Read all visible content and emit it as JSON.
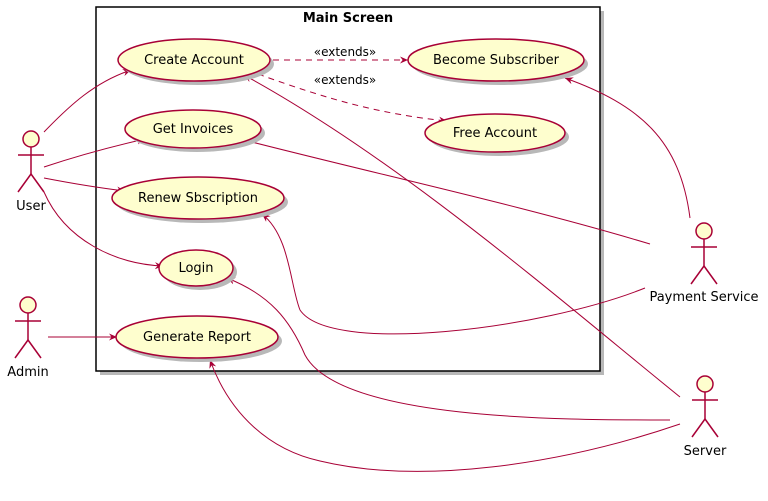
{
  "diagram": {
    "boundary": {
      "title": "Main Screen"
    },
    "actors": [
      {
        "id": "user",
        "label": "User"
      },
      {
        "id": "admin",
        "label": "Admin"
      },
      {
        "id": "payment",
        "label": "Payment Service"
      },
      {
        "id": "server",
        "label": "Server"
      }
    ],
    "use_cases": [
      {
        "id": "create",
        "label": "Create Account"
      },
      {
        "id": "become",
        "label": "Become Subscriber"
      },
      {
        "id": "free",
        "label": "Free Account"
      },
      {
        "id": "invoices",
        "label": "Get Invoices"
      },
      {
        "id": "renew",
        "label": "Renew Sbscription"
      },
      {
        "id": "login",
        "label": "Login"
      },
      {
        "id": "report",
        "label": "Generate Report"
      }
    ],
    "relations": [
      {
        "from": "user",
        "to": "create",
        "label": ""
      },
      {
        "from": "user",
        "to": "invoices",
        "label": ""
      },
      {
        "from": "user",
        "to": "renew",
        "label": ""
      },
      {
        "from": "user",
        "to": "login",
        "label": ""
      },
      {
        "from": "admin",
        "to": "report",
        "label": ""
      },
      {
        "from": "create",
        "to": "become",
        "label": "«extends»"
      },
      {
        "from": "create",
        "to": "free",
        "label": "«extends»"
      },
      {
        "from": "payment",
        "to": "become",
        "label": ""
      },
      {
        "from": "payment",
        "to": "invoices",
        "label": ""
      },
      {
        "from": "payment",
        "to": "renew",
        "label": ""
      },
      {
        "from": "server",
        "to": "create",
        "label": ""
      },
      {
        "from": "server",
        "to": "login",
        "label": ""
      },
      {
        "from": "server",
        "to": "report",
        "label": ""
      }
    ],
    "colors": {
      "use_case_fill": "#FEFECE",
      "line": "#A80036",
      "border": "#000000",
      "shadow": "#b8b8b8"
    }
  }
}
